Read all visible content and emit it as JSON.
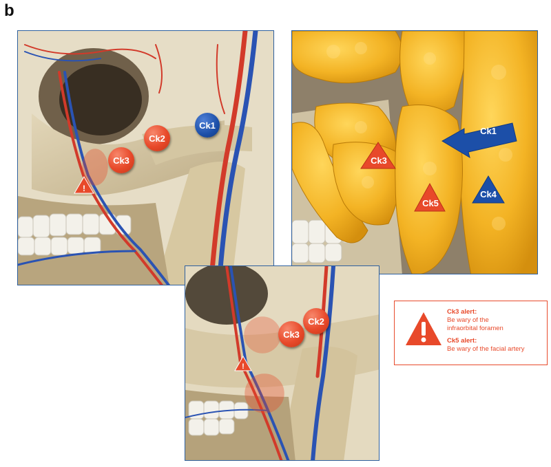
{
  "figure_letter": "b",
  "markers": {
    "left": {
      "ck1": "Ck1",
      "ck2": "Ck2",
      "ck3": "Ck3"
    },
    "right": {
      "ck1": "Ck1",
      "ck3": "Ck3",
      "ck4": "Ck4",
      "ck5": "Ck5"
    },
    "bottom": {
      "ck2": "Ck2",
      "ck3": "Ck3"
    }
  },
  "alert": {
    "ck3_title": "Ck3 alert:",
    "ck3_line1": "Be wary of the",
    "ck3_line2": "infraorbital foramen",
    "ck5_title": "Ck5 alert:",
    "ck5_line1": "Be wary of the facial artery"
  },
  "colors": {
    "frame": "#2d5f9e",
    "alert_red": "#e8492a",
    "marker_blue": "#1c4fa8",
    "bone": "#d9cba9",
    "fat": "#f3b324"
  }
}
